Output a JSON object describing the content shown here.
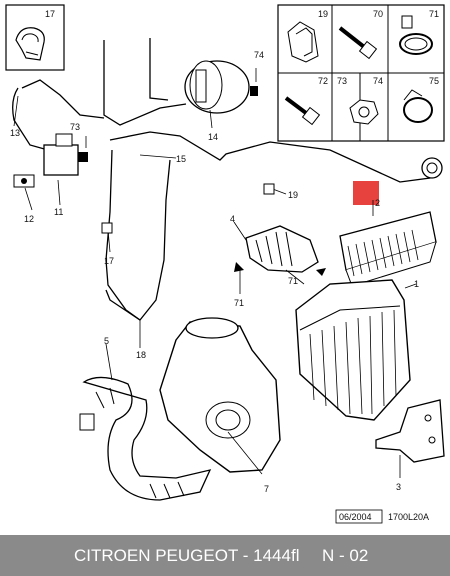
{
  "callouts": {
    "c1": "1",
    "c2": "2",
    "c3": "3",
    "c4": "4",
    "c5": "5",
    "c7": "7",
    "c11": "11",
    "c12": "12",
    "c13": "13",
    "c14": "14",
    "c15": "15",
    "c17": "17",
    "c17b": "17",
    "c18": "18",
    "c19": "19",
    "c71": "71",
    "c71b": "71",
    "c73": "73",
    "c74": "74"
  },
  "inset_left": {
    "num": "17"
  },
  "inset_right": {
    "cells": [
      "19",
      "70",
      "71",
      "72",
      "73",
      "74",
      "75"
    ]
  },
  "date_code": "06/2004",
  "ref_code": "1700L20A",
  "footer": {
    "left_text": "CITROEN PEUGEOT - 1444fl",
    "right_text": "N - 02"
  },
  "colors": {
    "highlight": "#e8423f",
    "footer_bg": "#8a8a8a"
  }
}
